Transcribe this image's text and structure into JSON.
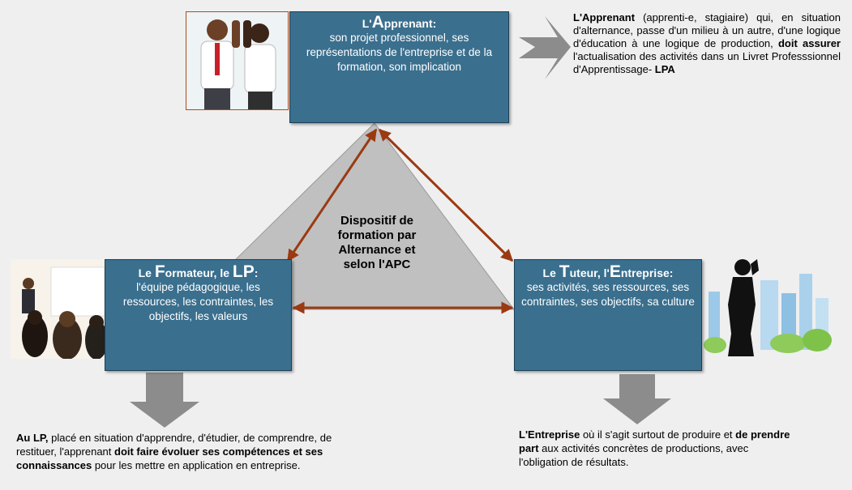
{
  "center": {
    "lines": [
      "Dispositif de",
      "formation par",
      "Alternance et",
      "selon l'APC"
    ]
  },
  "apprenant": {
    "title_pre": "L'",
    "title_cap": "A",
    "title_rest": "pprenant:",
    "body": "son projet professionnel, ses représentations de l'entreprise et de la formation, son implication"
  },
  "formateur": {
    "t1": "Le ",
    "t2": "F",
    "t3": "ormateur, le ",
    "t4": "LP",
    "t5": ":",
    "body": "l'équipe pédagogique, les ressources, les contraintes, les objectifs, les valeurs"
  },
  "tuteur": {
    "t1": "Le ",
    "t2": "T",
    "t3": "uteur, l'",
    "t4": "E",
    "t5": "ntreprise:",
    "body": "ses activités, ses ressources, ses contraintes, ses objectifs, sa culture"
  },
  "note_apprenant": {
    "b1": "L'Apprenant",
    "t1": " (apprenti-e, stagiaire) qui, en situation d'alternance, passe d'un milieu à un autre, d'une logique d'éducation à une logique de production, ",
    "b2": "doit assurer",
    "t2": " l'actualisation des activités dans un Livret Professsionnel d'Apprentissage- ",
    "b3": "LPA"
  },
  "note_lp": {
    "b1": "Au LP,",
    "t1": " placé en situation d'apprendre, d'étudier, de comprendre, de restituer, l'apprenant ",
    "b2": "doit faire évoluer ses compétences et ses connaissances",
    "t2": " pour les mettre en application en entreprise."
  },
  "note_entreprise": {
    "b1": "L'Entreprise",
    "t1": " où il s'agit surtout de produire et ",
    "b2": "de prendre part",
    "t2": " aux activités concrètes de productions, avec l'obligation de résultats."
  },
  "colors": {
    "box": "#3a6f8e",
    "triangle": "#c0c0c0",
    "arrow": "#9b3a12",
    "chevron": "#8c8c8c"
  }
}
